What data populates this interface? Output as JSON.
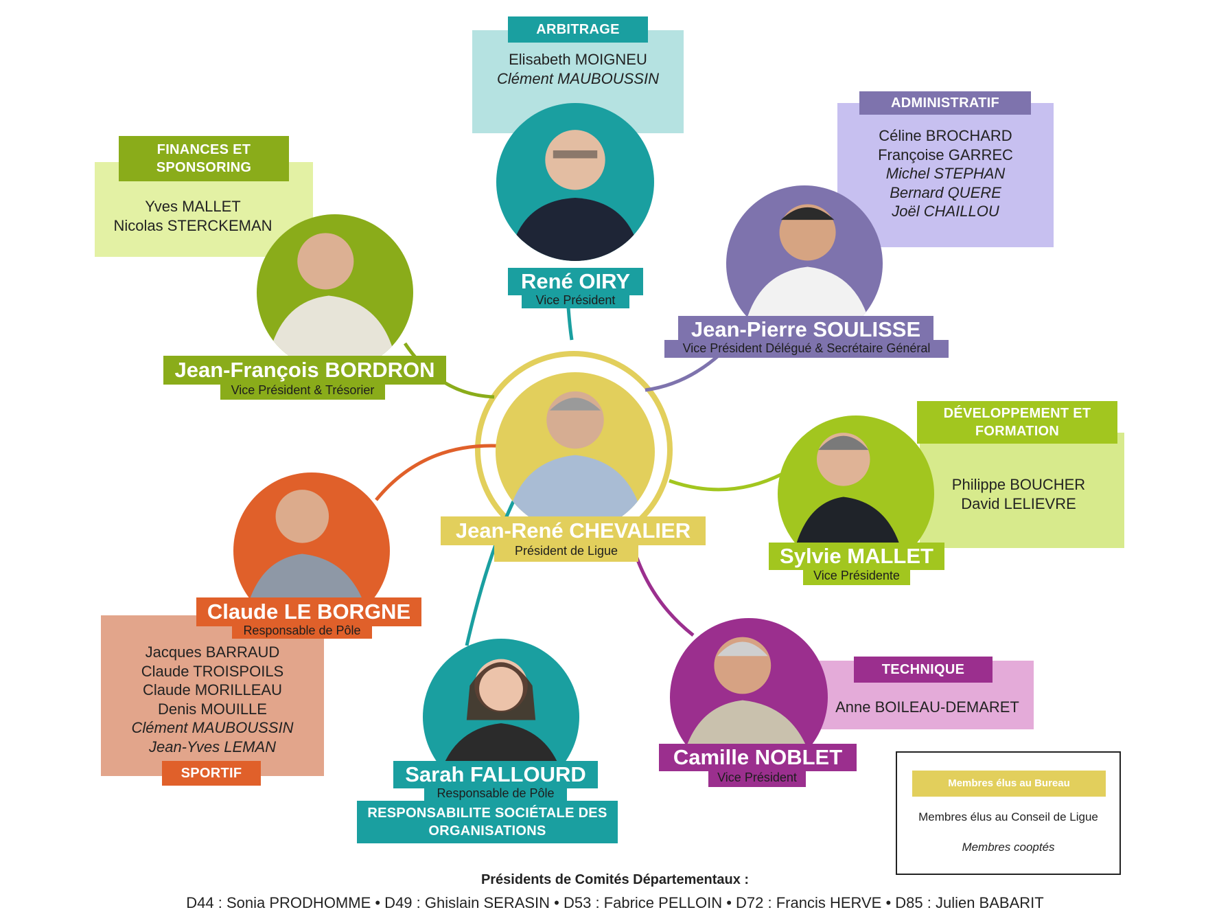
{
  "colors": {
    "yellow": "#e2cf5c",
    "teal": "#1a9fa0",
    "teal_light": "#b5e2e1",
    "olive": "#8aac1a",
    "olive_light": "#e3f1a4",
    "purple": "#7e73ad",
    "purple_light": "#c7c0f0",
    "lime": "#a2c61f",
    "lime_light": "#d7ea8c",
    "orange": "#e0602a",
    "orange_light": "#e2a58b",
    "magenta": "#9b2f8e",
    "pink_light": "#e4abd9"
  },
  "president": {
    "name": "Jean-René CHEVALIER",
    "role": "Président de Ligue"
  },
  "people": {
    "oiry": {
      "name": "René OIRY",
      "role": "Vice Président"
    },
    "soulisse": {
      "name": "Jean-Pierre SOULISSE",
      "role": "Vice Président Délégué & Secrétaire Général"
    },
    "bordron": {
      "name": "Jean-François BORDRON",
      "role": "Vice Président & Trésorier"
    },
    "mallet": {
      "name": "Sylvie MALLET",
      "role": "Vice Présidente"
    },
    "leborgne": {
      "name": "Claude LE BORGNE",
      "role": "Responsable de Pôle"
    },
    "fallourd": {
      "name": "Sarah FALLOURD",
      "role": "Responsable de Pôle"
    },
    "noblet": {
      "name": "Camille NOBLET",
      "role": "Vice Président"
    }
  },
  "poles": {
    "arbitrage": {
      "label": "ARBITRAGE",
      "members": [
        "Elisabeth MOIGNEU"
      ],
      "coopted": [
        "Clément MAUBOUSSIN"
      ]
    },
    "administratif": {
      "label": "ADMINISTRATIF",
      "members": [
        "Céline BROCHARD",
        "Françoise GARREC"
      ],
      "coopted": [
        "Michel STEPHAN",
        "Bernard QUERE",
        "Joël CHAILLOU"
      ]
    },
    "finances": {
      "label_line1": "FINANCES ET",
      "label_line2": "SPONSORING",
      "members": [
        "Yves MALLET",
        "Nicolas STERCKEMAN"
      ]
    },
    "developpement": {
      "label_line1": "DÉVELOPPEMENT ET",
      "label_line2": "FORMATION",
      "members": [
        "Philippe BOUCHER",
        "David LELIEVRE"
      ]
    },
    "sportif": {
      "label": "SPORTIF",
      "members": [
        "Jacques BARRAUD",
        "Claude TROISPOILS",
        "Claude MORILLEAU",
        "Denis MOUILLE"
      ],
      "coopted": [
        "Clément MAUBOUSSIN",
        "Jean-Yves LEMAN"
      ]
    },
    "technique": {
      "label": "TECHNIQUE",
      "members": [
        "Anne BOILEAU-DEMARET"
      ]
    },
    "rso": {
      "label_line1": "RESPONSABILITE SOCIÉTALE DES",
      "label_line2": "ORGANISATIONS"
    }
  },
  "legend": {
    "bureau": "Membres élus au Bureau",
    "conseil": "Membres élus au Conseil de Ligue",
    "coopted": "Membres cooptés"
  },
  "footer": {
    "title": "Présidents de Comités Départementaux :",
    "list": "D44 : Sonia PRODHOMME  •  D49 : Ghislain SERASIN  •  D53 : Fabrice PELLOIN  •  D72 : Francis HERVE  •  D85 : Julien BABARIT"
  }
}
